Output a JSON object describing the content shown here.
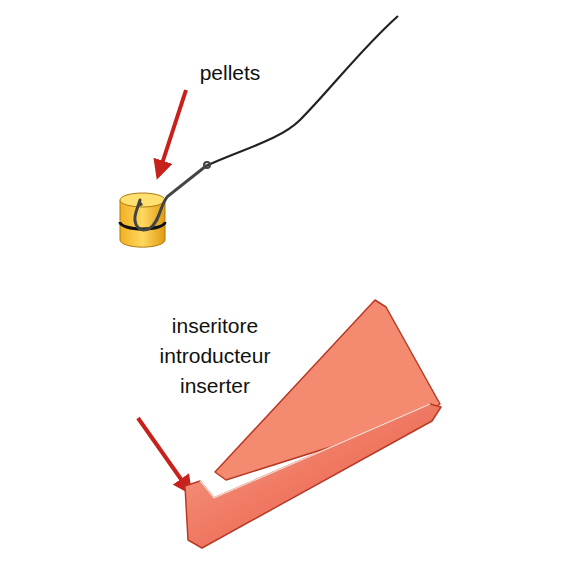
{
  "diagram": {
    "labels": [
      "pellets",
      "inseritore",
      "introducteur",
      "inserter"
    ]
  }
}
